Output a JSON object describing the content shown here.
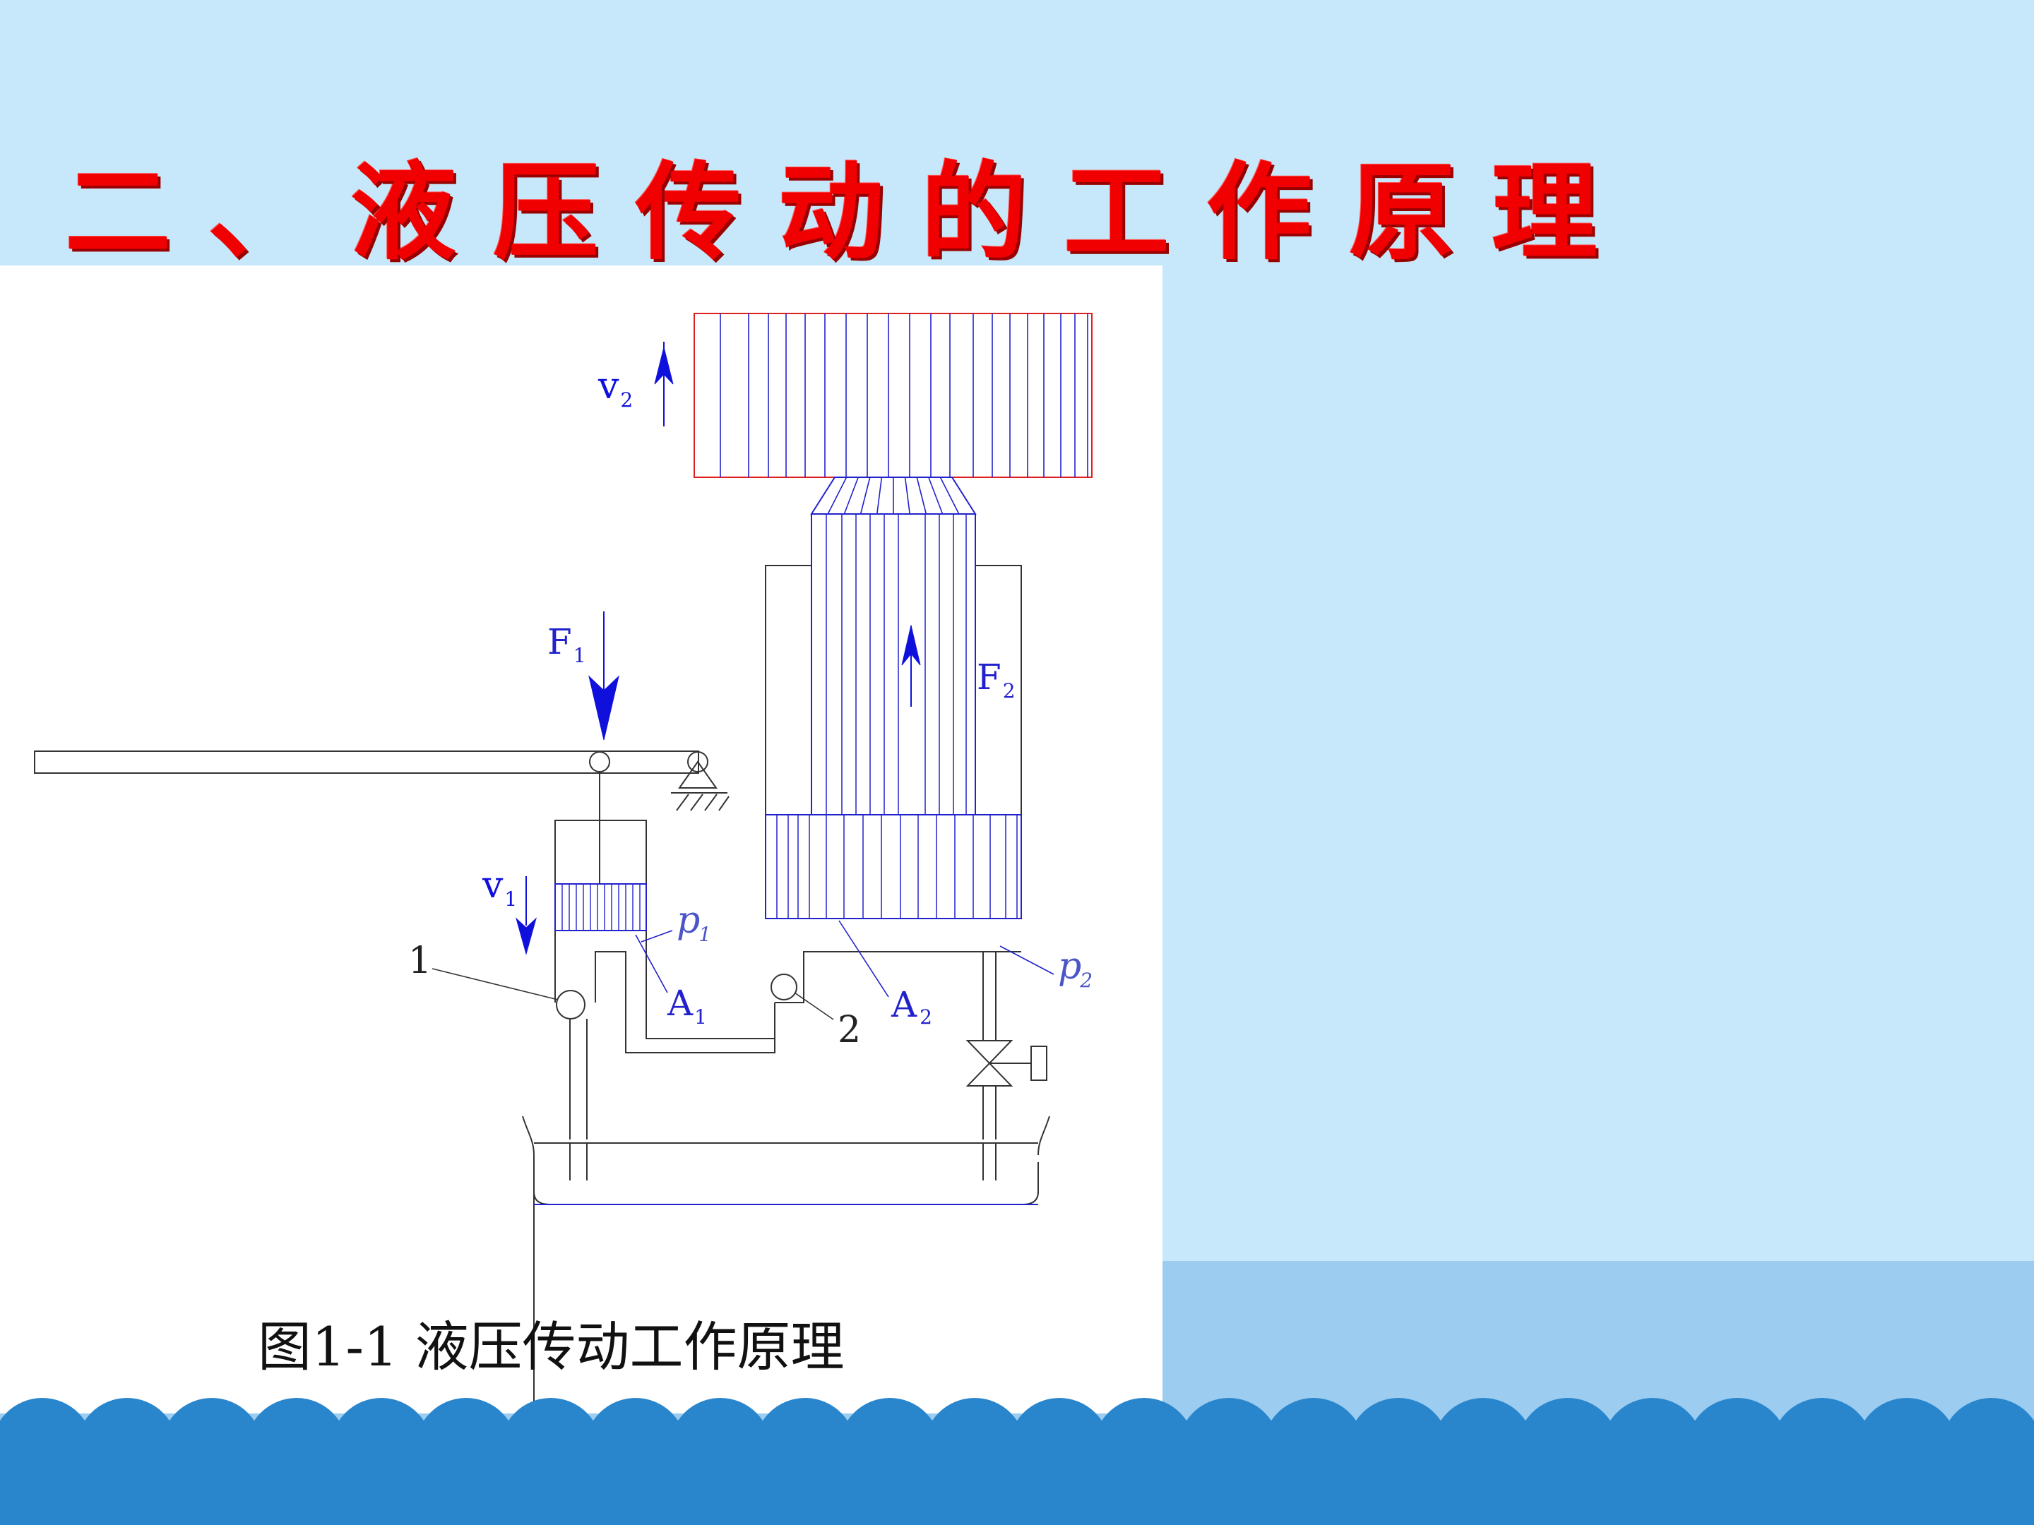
{
  "slide": {
    "title": "二、液压传动的工作原理",
    "caption": "图1-1 液压传动工作原理"
  },
  "diagram": {
    "labels": {
      "v2": "v",
      "v2_sub": "2",
      "f1": "F",
      "f1_sub": "1",
      "f2": "F",
      "f2_sub": "2",
      "v1": "v",
      "v1_sub": "1",
      "p1": "p",
      "p1_sub": "1",
      "p2": "p",
      "p2_sub": "2",
      "a1": "A",
      "a1_sub": "1",
      "a2": "A",
      "a2_sub": "2",
      "n1": "1",
      "n2": "2"
    }
  },
  "colors": {
    "background": "#c6e8fa",
    "title": "#f00000",
    "line": "#2222cc",
    "frame": "#e02020",
    "arrow": "#1010dd",
    "wave_dark": "#2a86cc",
    "wave_light": "#9ccdf0"
  }
}
